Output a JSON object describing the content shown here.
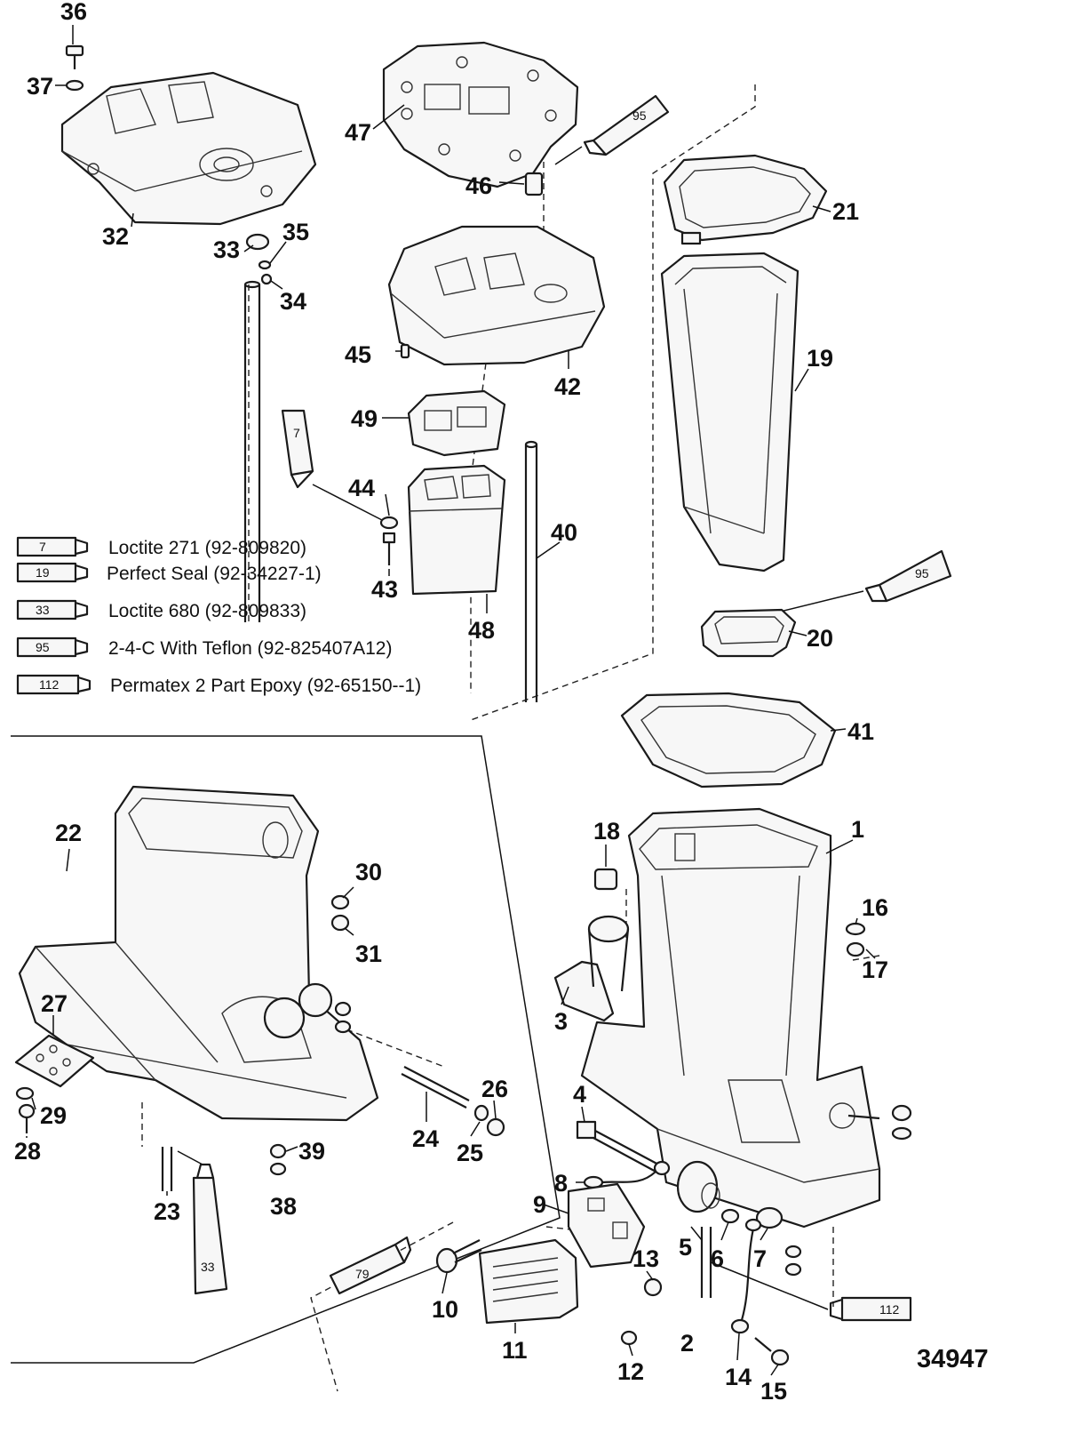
{
  "legend": [
    {
      "code": "7",
      "text": "Loctite 271 (92-809820)"
    },
    {
      "code": "19",
      "text": "Perfect Seal (92-34227-1)"
    },
    {
      "code": "33",
      "text": "Loctite 680 (92-809833)"
    },
    {
      "code": "95",
      "text": "2-4-C With Teflon (92-825407A12)"
    },
    {
      "code": "112",
      "text": "Permatex 2 Part Epoxy (92-65150--1)"
    }
  ],
  "tube_labels": {
    "tube_95_top": "95",
    "tube_7": "7",
    "tube_95_right": "95",
    "tube_33": "33",
    "tube_79": "79",
    "tube_112": "112"
  },
  "callouts": {
    "c1": "1",
    "c2": "2",
    "c3": "3",
    "c4": "4",
    "c5": "5",
    "c6": "6",
    "c7": "7",
    "c8": "8",
    "c9": "9",
    "c10": "10",
    "c11": "11",
    "c12": "12",
    "c13": "13",
    "c14": "14",
    "c15": "15",
    "c16": "16",
    "c17": "17",
    "c18": "18",
    "c19": "19",
    "c20": "20",
    "c21": "21",
    "c22": "22",
    "c23": "23",
    "c24": "24",
    "c25": "25",
    "c26": "26",
    "c27": "27",
    "c28": "28",
    "c29": "29",
    "c30": "30",
    "c31": "31",
    "c32": "32",
    "c33": "33",
    "c34": "34",
    "c35": "35",
    "c36": "36",
    "c37": "37",
    "c38": "38",
    "c39": "39",
    "c40": "40",
    "c41": "41",
    "c42": "42",
    "c43": "43",
    "c44": "44",
    "c45": "45",
    "c46": "46",
    "c47": "47",
    "c48": "48",
    "c49": "49"
  },
  "figure_number": "34947"
}
